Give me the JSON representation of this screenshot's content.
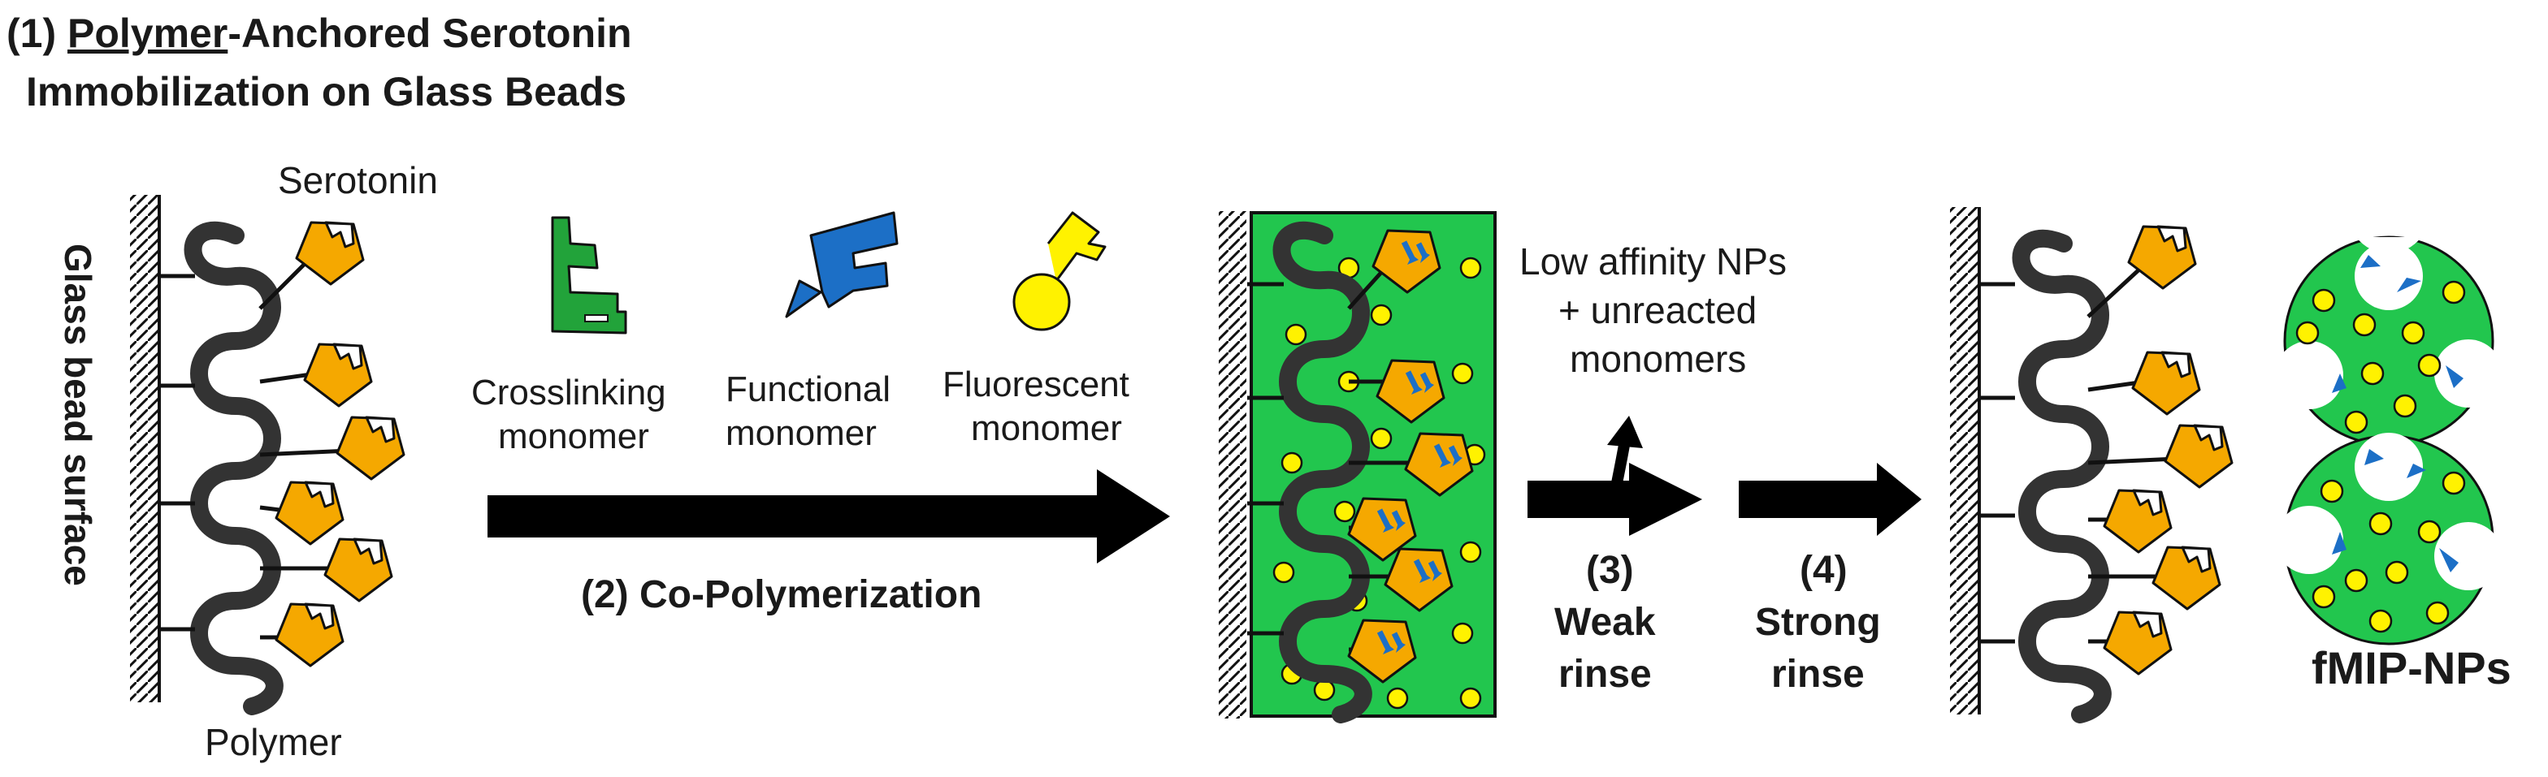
{
  "step1": {
    "line1_num": "(1) ",
    "line1_underlined": "Polymer",
    "line1_rest": "-Anchored Serotonin",
    "line2": "Immobilization on Glass Beads"
  },
  "labels": {
    "serotonin": "Serotonin",
    "polymer": "Polymer",
    "glass_bead_surface": "Glass bead surface",
    "crosslinking_1": "Crosslinking",
    "crosslinking_2": "monomer",
    "functional_1": "Functional",
    "functional_2": "monomer",
    "fluorescent_1": "Fluorescent",
    "fluorescent_2": "monomer",
    "step2": "(2) Co-Polymerization",
    "low_affinity_1": "Low affinity NPs",
    "low_affinity_2": "+ unreacted",
    "low_affinity_3": "monomers",
    "step3_num": "(3)",
    "step3_1": "Weak",
    "step3_2": "rinse",
    "step4_num": "(4)",
    "step4_1": "Strong",
    "step4_2": "rinse",
    "product": "fMIP-NPs"
  },
  "colors": {
    "serotonin": "#F5A800",
    "crosslinker": "#22A33A",
    "functional": "#1C6FC6",
    "fluorescent": "#FFF200",
    "polymer_matrix": "#22C64E",
    "polymer_chain": "#333333",
    "arrow": "#000000"
  }
}
